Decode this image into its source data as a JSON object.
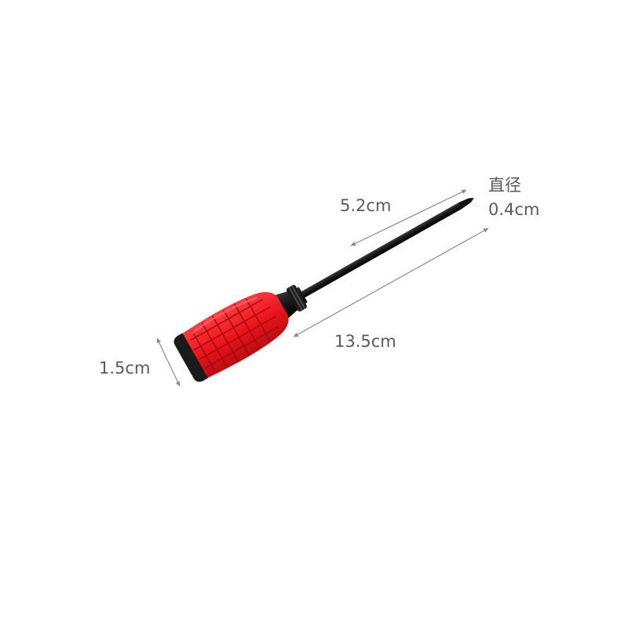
{
  "product": {
    "colors": {
      "handle": "#e8141b",
      "handle_shadow": "#b80d12",
      "shaft": "#1a1a1a",
      "dimension_line": "#8a8a8a",
      "label": "#5a5a5a",
      "background": "#ffffff"
    },
    "dimensions": {
      "shaft_length": "5.2cm",
      "total_length": "13.5cm",
      "handle_diameter": "1.5cm",
      "tip_diameter_title": "直径",
      "tip_diameter_value": "0.4cm"
    }
  }
}
